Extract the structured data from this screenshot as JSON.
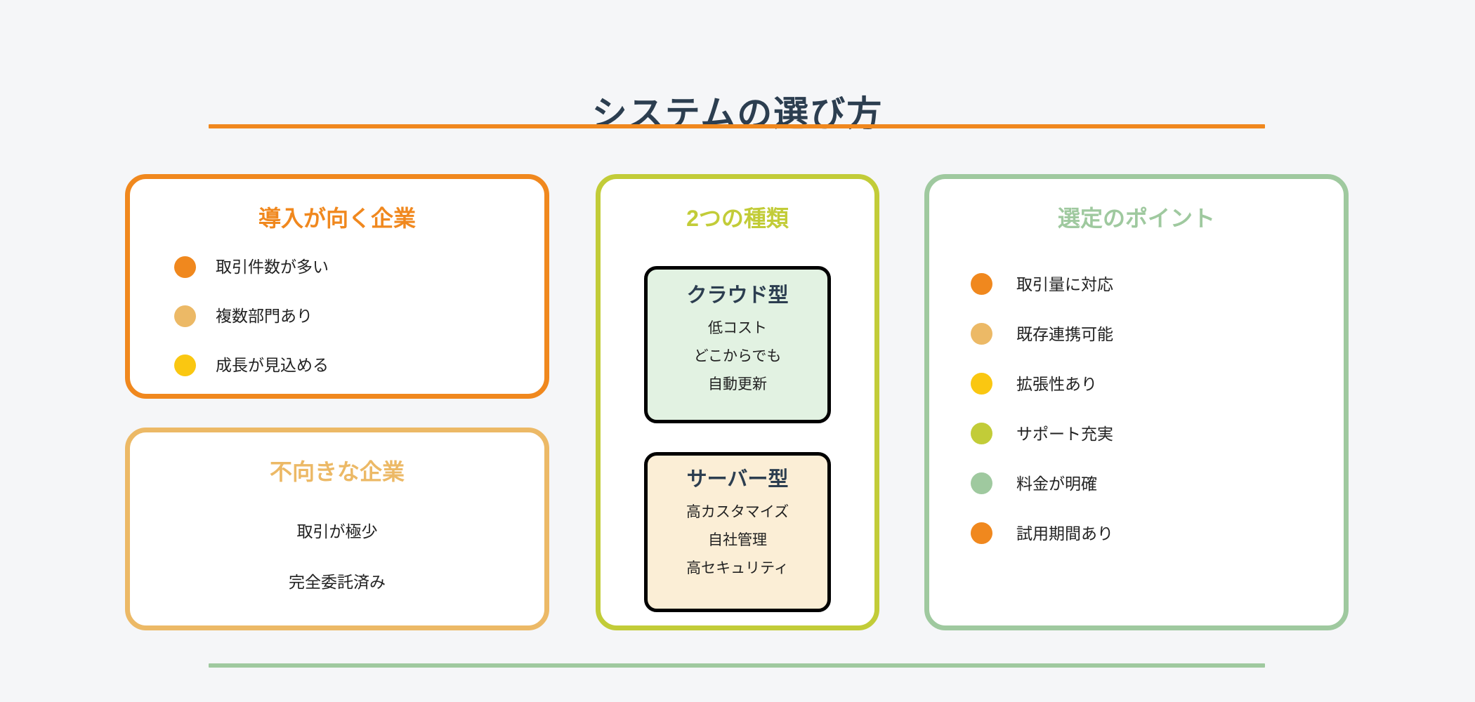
{
  "title": "システムの選び方",
  "colors": {
    "orange": "#F0881E",
    "tan": "#ECB966",
    "yellow": "#FAC711",
    "yellow_green": "#C2CC38",
    "green": "#9FC99F",
    "navy": "#2C3E50",
    "cloud_bg": "#E2F2E2",
    "cloud_border": "#8FC78F",
    "server_bg": "#FBEED6",
    "server_border": "#EBB159"
  },
  "panels": {
    "suited": {
      "title": "導入が向く企業",
      "items": [
        {
          "label": "取引件数が多い",
          "bullet": "#F0881E"
        },
        {
          "label": "複数部門あり",
          "bullet": "#ECB966"
        },
        {
          "label": "成長が見込める",
          "bullet": "#FAC711"
        }
      ]
    },
    "unsuited": {
      "title": "不向きな企業",
      "items": [
        {
          "label": "取引が極少"
        },
        {
          "label": "完全委託済み"
        }
      ]
    },
    "types": {
      "title": "2つの種類",
      "cloud": {
        "title": "クラウド型",
        "items": [
          {
            "label": "低コスト"
          },
          {
            "label": "どこからでも"
          },
          {
            "label": "自動更新"
          }
        ]
      },
      "server": {
        "title": "サーバー型",
        "items": [
          {
            "label": "高カスタマイズ"
          },
          {
            "label": "自社管理"
          },
          {
            "label": "高セキュリティ"
          }
        ]
      }
    },
    "points": {
      "title": "選定のポイント",
      "items": [
        {
          "label": "取引量に対応",
          "bullet": "#F0881E"
        },
        {
          "label": "既存連携可能",
          "bullet": "#ECB966"
        },
        {
          "label": "拡張性あり",
          "bullet": "#FAC711"
        },
        {
          "label": "サポート充実",
          "bullet": "#C2CC38"
        },
        {
          "label": "料金が明確",
          "bullet": "#9FC99F"
        },
        {
          "label": "試用期間あり",
          "bullet": "#F0881E"
        }
      ]
    }
  }
}
